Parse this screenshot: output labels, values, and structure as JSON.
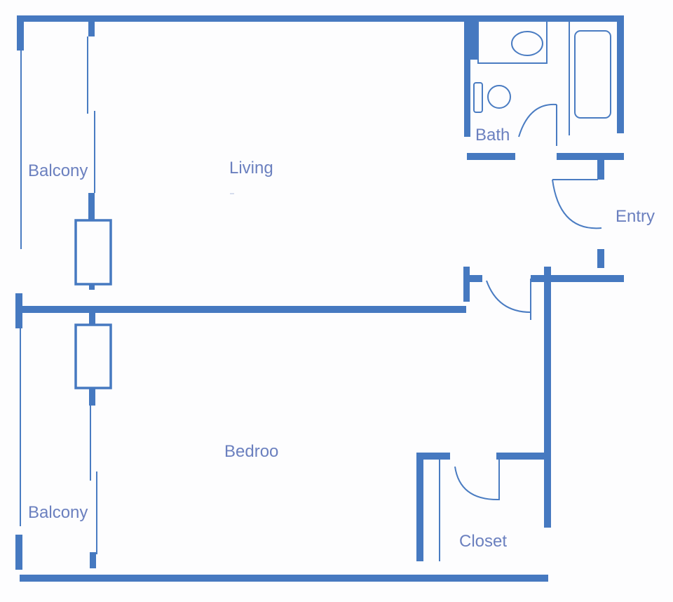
{
  "plan": {
    "wall_color": "#4679c0",
    "label_color": "#6b80bf",
    "rooms": {
      "balcony_top": "Balcony",
      "living": "Living",
      "bath": "Bath",
      "entry": "Entry",
      "bedroom": "Bedroo",
      "balcony_bottom": "Balcony",
      "closet": "Closet"
    }
  }
}
